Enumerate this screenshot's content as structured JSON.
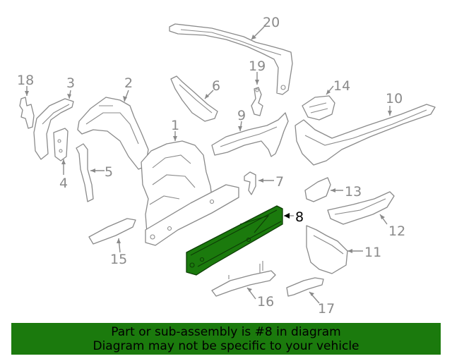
{
  "callouts": {
    "c1": "1",
    "c2": "2",
    "c3": "3",
    "c4": "4",
    "c5": "5",
    "c6": "6",
    "c7": "7",
    "c8": "8",
    "c9": "9",
    "c10": "10",
    "c11": "11",
    "c12": "12",
    "c13": "13",
    "c14": "14",
    "c15": "15",
    "c16": "16",
    "c17": "17",
    "c18": "18",
    "c19": "19",
    "c20": "20"
  },
  "highlighted_part": "8",
  "colors": {
    "highlight": "#1b7a0d",
    "line": "#8a8a8a"
  },
  "banner": {
    "line1": "Part or sub-assembly is #8 in diagram",
    "line2": "Diagram may not be specific to your vehicle"
  }
}
